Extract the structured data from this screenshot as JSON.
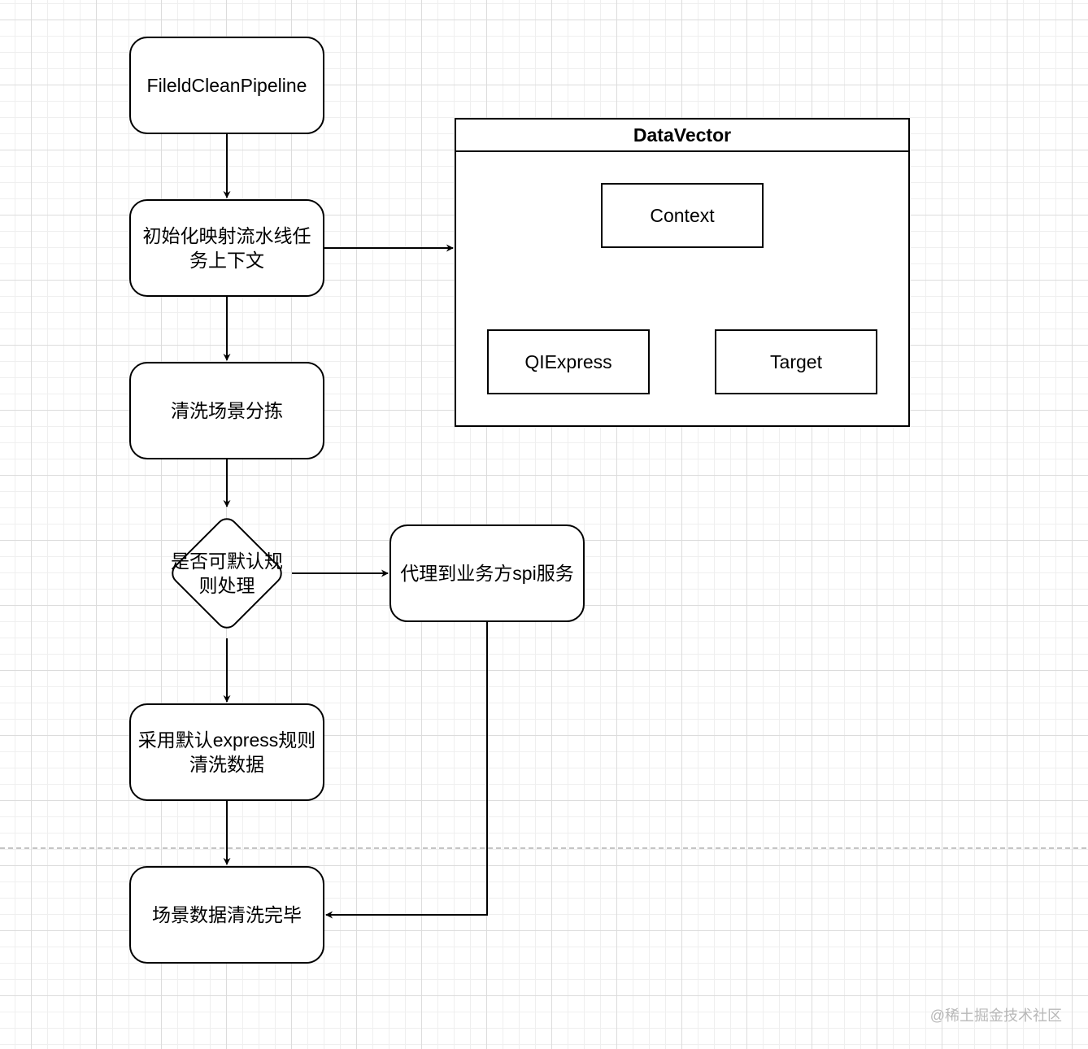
{
  "nodes": {
    "fileld_clean_pipeline": "FileldCleanPipeline",
    "init_context": "初始化映射流水线任\n务上下文",
    "scene_sorting": "清洗场景分拣",
    "decision": "是否可默认规\n则处理",
    "proxy_spi": "代理到业务方spi服务",
    "default_express": "采用默认express规则\n清洗数据",
    "scene_done": "场景数据清洗完毕"
  },
  "data_vector": {
    "title": "DataVector",
    "context": "Context",
    "qlexpress": "QIExpress",
    "target": "Target"
  },
  "watermark": "@稀土掘金技术社区",
  "colors": {
    "stroke": "#000000",
    "grid_major": "#dcdcdc",
    "grid_minor": "#efefef",
    "watermark": "#b8b8b8"
  }
}
